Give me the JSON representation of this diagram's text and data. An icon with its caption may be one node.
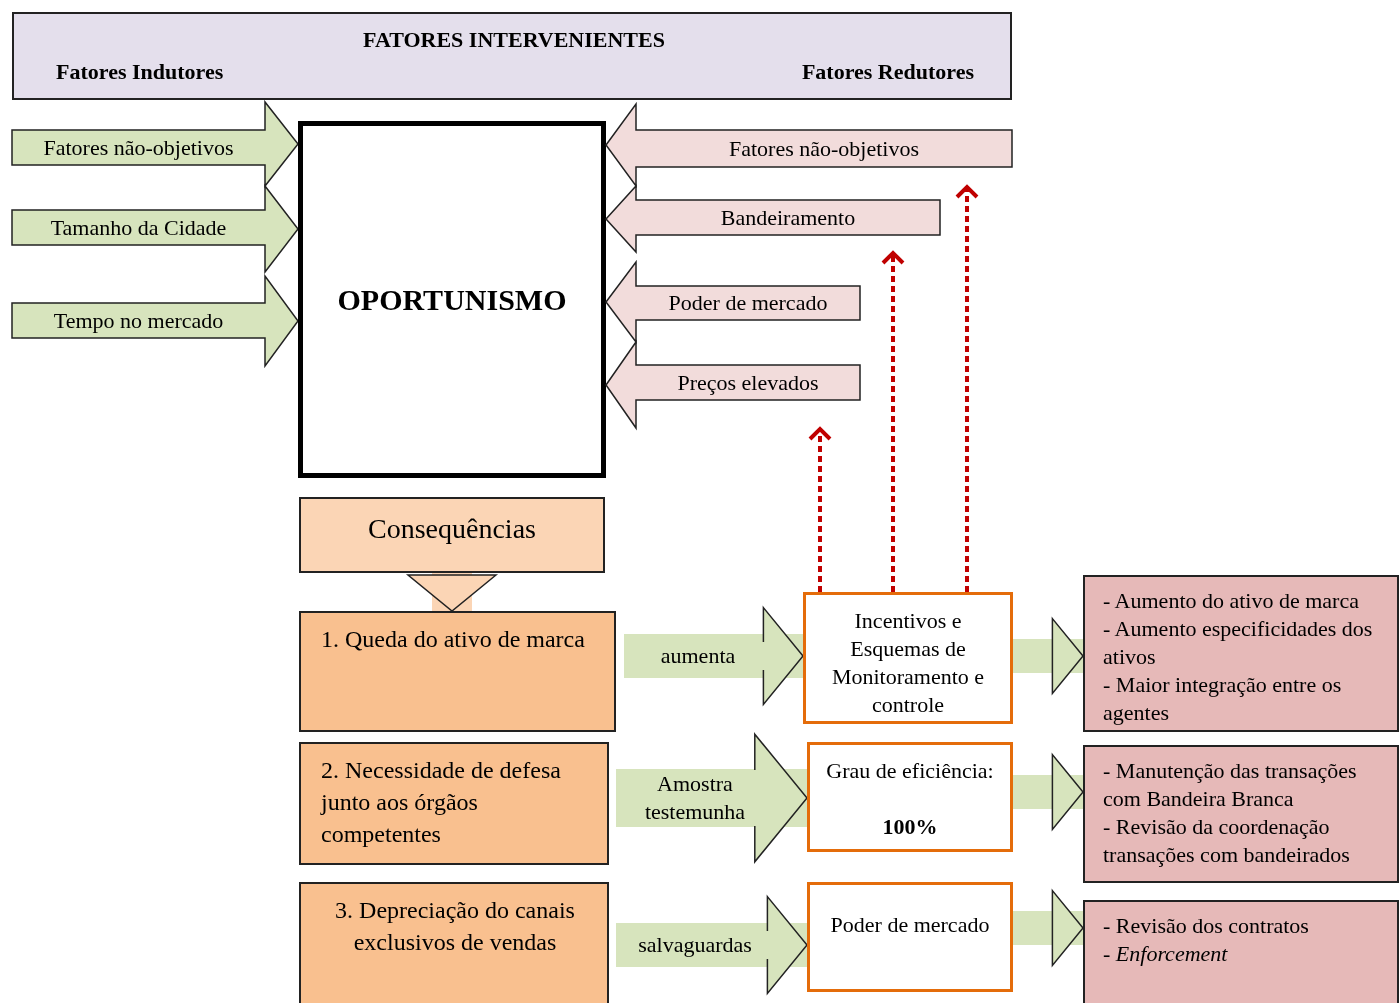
{
  "diagram": {
    "nodes": [
      {
        "text": [
          "FATORES INTERVENIENTES",
          "Fatores Indutores",
          "Fatores Redutores"
        ]
      },
      {
        "text": [
          "Fatores não-objetivos"
        ]
      },
      {
        "text": [
          "Tamanho da Cidade"
        ]
      },
      {
        "text": [
          "Tempo no mercado"
        ]
      },
      {
        "text": [
          "OPORTUNISMO"
        ]
      },
      {
        "text": [
          "Fatores não-objetivos"
        ]
      },
      {
        "text": [
          "Bandeiramento"
        ]
      },
      {
        "text": [
          "Poder de mercado"
        ]
      },
      {
        "text": [
          "Preços elevados"
        ]
      },
      {
        "text": [
          "Consequências"
        ]
      },
      {
        "text": [
          "1. Queda do ativo de marca"
        ]
      },
      {
        "text": [
          "Incentivos e Esquemas de Monitoramento e controle"
        ]
      },
      {
        "text": [
          "- Aumento do ativo de marca",
          "- Aumento especificidades dos ativos",
          "- Maior integração entre os agentes"
        ]
      },
      {
        "text": [
          "2. Necessidade de defesa junto aos órgãos competentes"
        ]
      },
      {
        "text": [
          "Grau de eficiência:",
          "100%"
        ]
      },
      {
        "text": [
          "- Manutenção das transações com Bandeira Branca",
          "- Revisão da coordenação transações com bandeirados"
        ]
      },
      {
        "text": [
          "3. Depreciação do canais exclusivos de vendas"
        ]
      },
      {
        "text": [
          "Poder de mercado"
        ]
      },
      {
        "text": [
          "- Revisão dos contratos",
          "- *Enforcement*"
        ]
      }
    ],
    "edges": [
      {
        "from": 9,
        "to": 10,
        "arrow": "to"
      },
      {
        "from": 10,
        "to": 11,
        "arrow": "to",
        "label": "aumenta"
      },
      {
        "from": 11,
        "to": 12,
        "arrow": "to"
      },
      {
        "from": 13,
        "to": 14,
        "arrow": "to",
        "label": "Amostra testemunha"
      },
      {
        "from": 14,
        "to": 15,
        "arrow": "to"
      },
      {
        "from": 16,
        "to": 17,
        "arrow": "to",
        "label": "salvaguardas"
      },
      {
        "from": 17,
        "to": 18,
        "arrow": "to"
      },
      {
        "from": 11,
        "to": 8,
        "arrow": "to",
        "style": "dashed",
        "color": "#c00000"
      },
      {
        "from": 11,
        "to": 6,
        "arrow": "to",
        "style": "dashed",
        "color": "#c00000"
      },
      {
        "from": 11,
        "to": 5,
        "arrow": "to",
        "style": "dashed",
        "color": "#c00000"
      }
    ]
  }
}
